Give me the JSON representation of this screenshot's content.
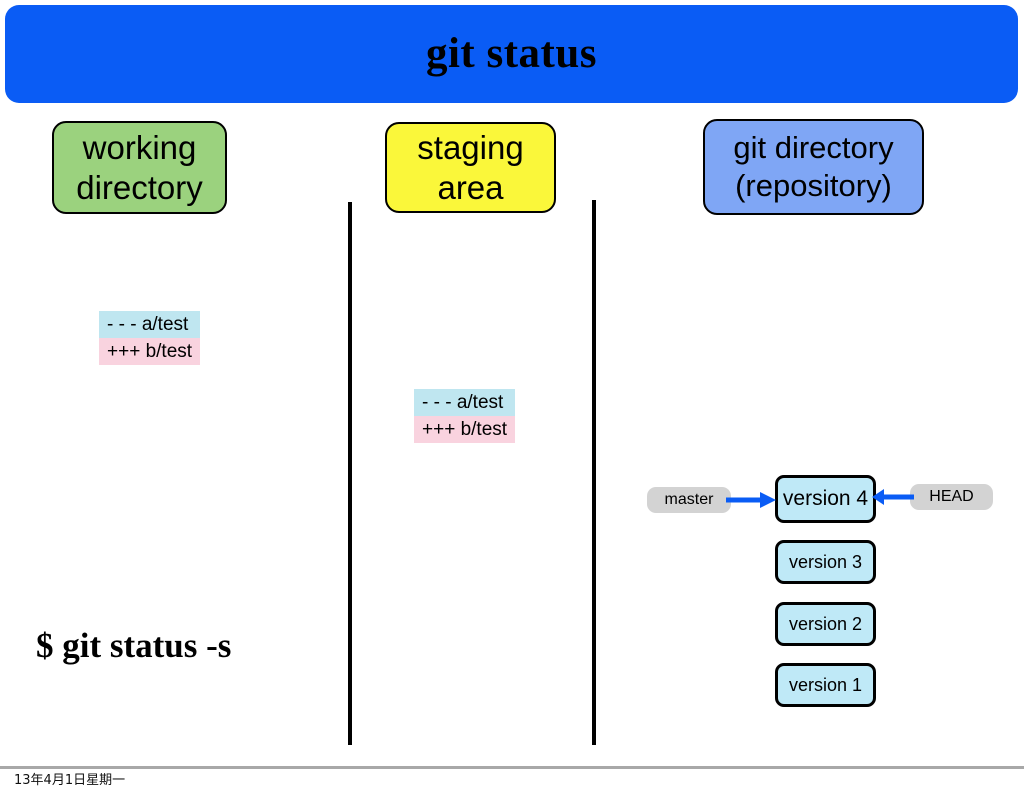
{
  "slide": {
    "title": "git status",
    "title_bar_color": "#0a5cf5",
    "background": "#ffffff"
  },
  "columns": [
    {
      "id": "working-directory",
      "label_line1": "working",
      "label_line2": "directory",
      "color": "#9bd27e"
    },
    {
      "id": "staging-area",
      "label_line1": "staging",
      "label_line2": "area",
      "color": "#faf73a"
    },
    {
      "id": "git-directory",
      "label_line1": "git directory",
      "label_line2": "(repository)",
      "color": "#7fa6f5"
    }
  ],
  "diffs": {
    "working": {
      "minus": "- - - a/test",
      "plus": "+++ b/test",
      "minus_color": "#bfe6f0",
      "plus_color": "#f9d3df"
    },
    "staging": {
      "minus": "- - - a/test",
      "plus": "+++ b/test",
      "minus_color": "#bfe6f0",
      "plus_color": "#f9d3df"
    }
  },
  "command": {
    "text": "$ git status -s"
  },
  "repository": {
    "versions": [
      {
        "label": "version 4"
      },
      {
        "label": "version 3"
      },
      {
        "label": "version 2"
      },
      {
        "label": "version 1"
      }
    ],
    "refs": {
      "branch": "master",
      "head": "HEAD"
    },
    "arrow_color": "#0a5cf5",
    "version_box_color": "#bfe9f7",
    "ref_label_color": "#d3d3d3"
  },
  "footer": {
    "date": "13年4月1日星期一"
  }
}
